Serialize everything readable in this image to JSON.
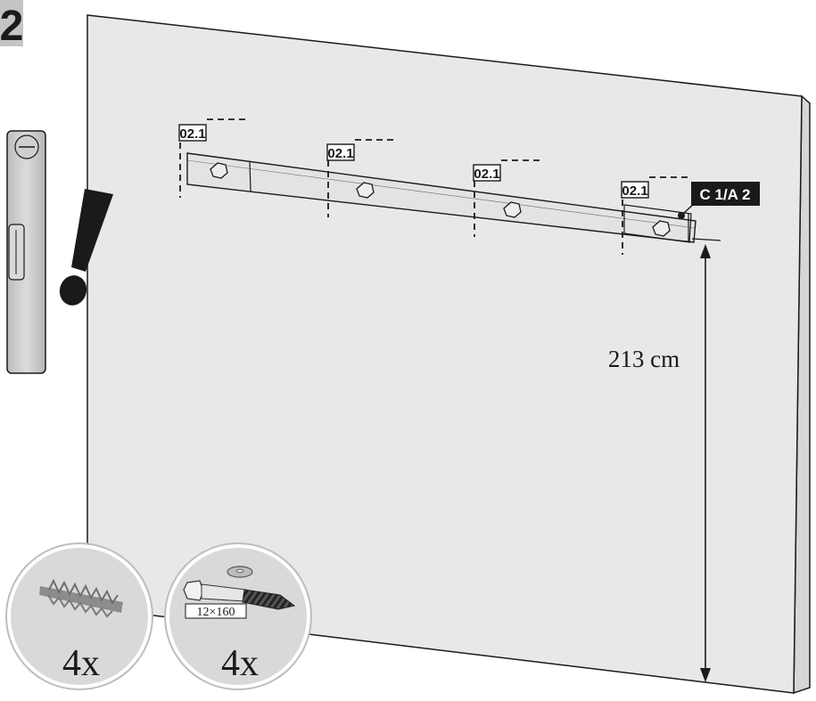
{
  "step": {
    "number": "2"
  },
  "rail_tags": [
    "02.1",
    "02.1",
    "02.1",
    "02.1"
  ],
  "callout": {
    "text": "C 1/A 2"
  },
  "height_dimension": {
    "text": "213 cm"
  },
  "parts": [
    {
      "icon": "wall-plug-icon",
      "quantity": "4x"
    },
    {
      "icon": "lag-screw-icon",
      "size": "12×160",
      "quantity": "4x"
    }
  ],
  "icons": {
    "spirit_level": "spirit-level-icon",
    "warning": "exclamation-icon"
  },
  "colors": {
    "step_badge": "#c4c4c4",
    "wall": "#e8e8e8",
    "rail": "#e3e3e3",
    "callout_bg": "#1a1a1a",
    "part_circle": "#d9d9d9",
    "line": "#1a1a1a"
  }
}
